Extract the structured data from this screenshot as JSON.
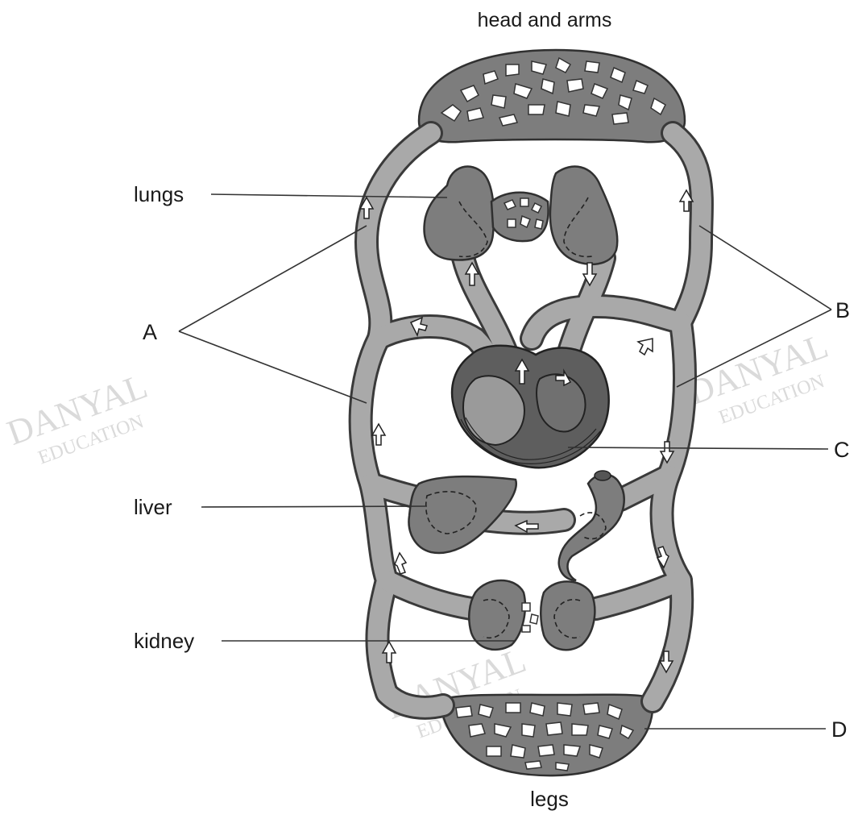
{
  "labels": {
    "head_and_arms": "head and arms",
    "lungs": "lungs",
    "liver": "liver",
    "kidney": "kidney",
    "legs": "legs",
    "A": "A",
    "B": "B",
    "C": "C",
    "D": "D"
  },
  "watermark": {
    "line1": "DANYAL",
    "line2": "EDUCATION"
  }
}
